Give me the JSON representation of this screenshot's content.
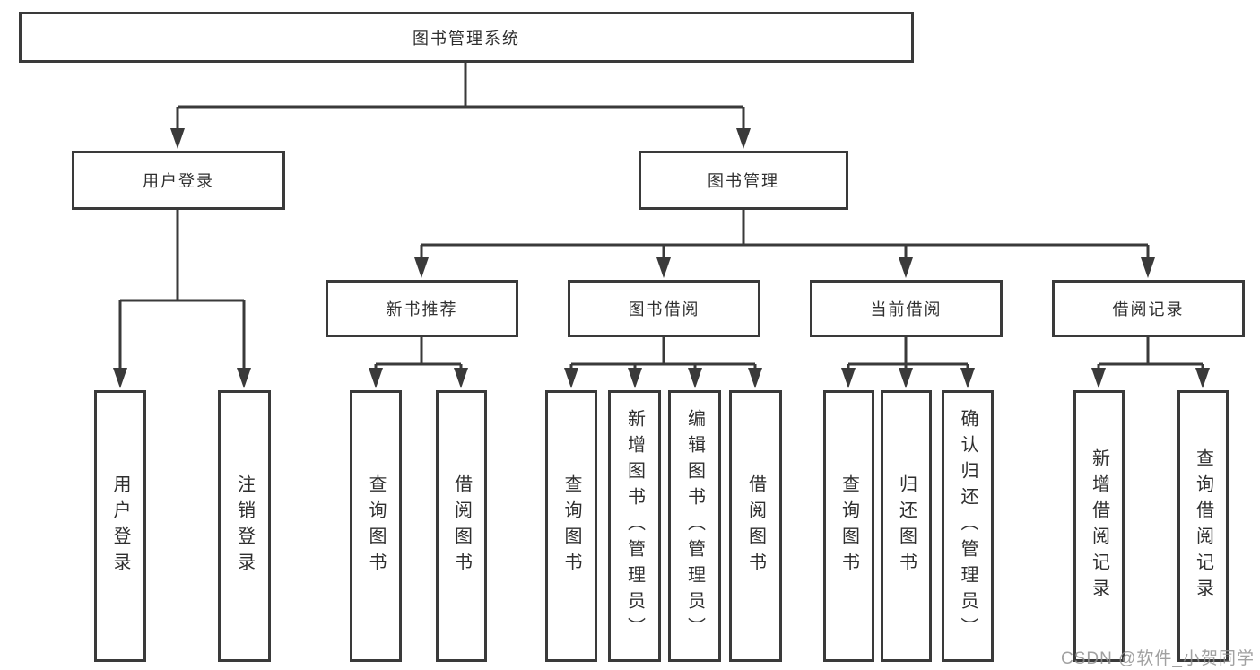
{
  "diagram": {
    "title_node": {
      "label": "图书管理系统"
    },
    "level2": [
      {
        "label": "用户登录"
      },
      {
        "label": "图书管理"
      }
    ],
    "level3": [
      {
        "label": "新书推荐"
      },
      {
        "label": "图书借阅"
      },
      {
        "label": "当前借阅"
      },
      {
        "label": "借阅记录"
      }
    ],
    "leaves": {
      "user_login": [
        {
          "label": "用户登录"
        },
        {
          "label": "注销登录"
        }
      ],
      "new_book_recommend": [
        {
          "label": "查询图书"
        },
        {
          "label": "借阅图书"
        }
      ],
      "book_borrow": [
        {
          "label": "查询图书"
        },
        {
          "label": "新增图书（管理员）"
        },
        {
          "label": "编辑图书（管理员）"
        },
        {
          "label": "借阅图书"
        }
      ],
      "current_borrow": [
        {
          "label": "查询图书"
        },
        {
          "label": "归还图书"
        },
        {
          "label": "确认归还（管理员）"
        }
      ],
      "borrow_record": [
        {
          "label": "新增借阅记录"
        },
        {
          "label": "查询借阅记录"
        }
      ]
    },
    "colors": {
      "line": "#3a3a3a",
      "text": "#2f2f2f",
      "watermark": "#919191",
      "background": "#ffffff"
    }
  },
  "watermark": {
    "text": "CSDN @软件_小贺同学"
  }
}
